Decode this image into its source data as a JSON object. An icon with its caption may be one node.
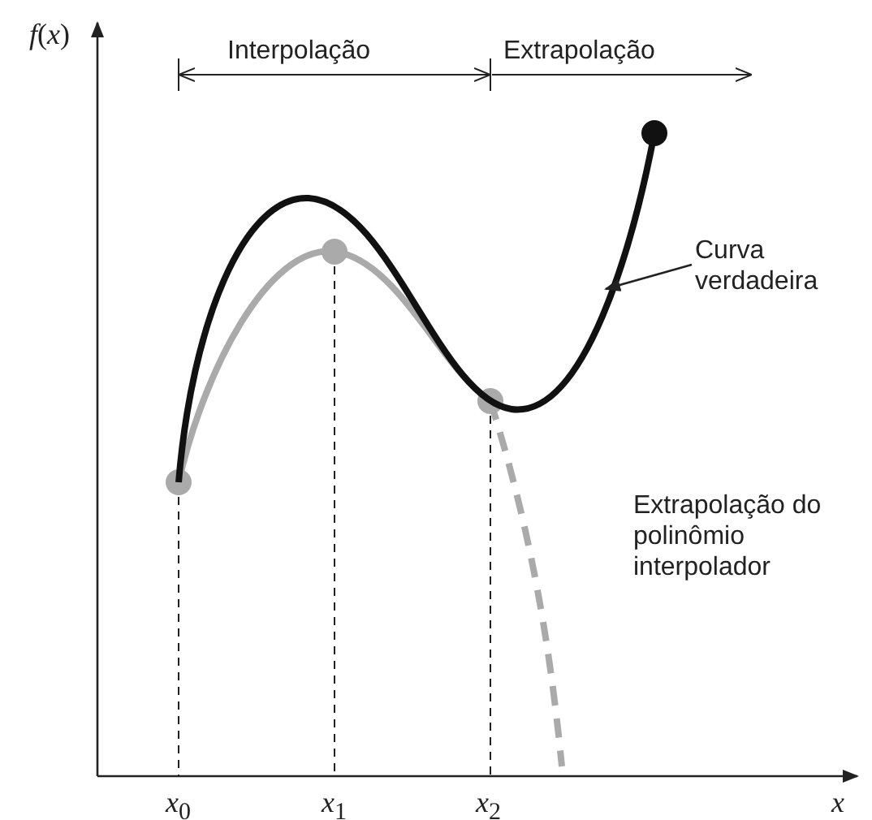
{
  "diagram": {
    "nodes": [
      {
        "text": [
          "Curva verdadeira"
        ]
      },
      {
        "text": [],
        "shape": "curve"
      }
    ],
    "edges": [
      {
        "from": 0,
        "to": 1,
        "arrow": "to"
      }
    ],
    "labels": [
      "*f*(*x*)",
      "Interpolação",
      "Extrapolação",
      "Extrapolação do polinômio interpolador",
      "*x*$_{0}$",
      "*x*$_{1}$",
      "*x*$_{2}$",
      "*x*"
    ]
  }
}
